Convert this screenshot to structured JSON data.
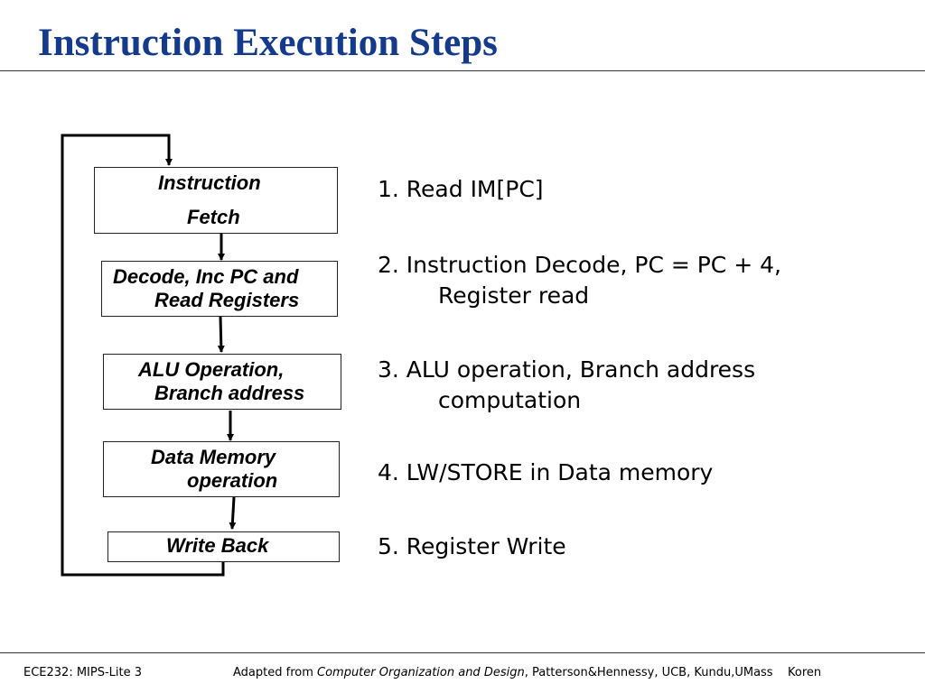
{
  "title": "Instruction Execution Steps",
  "flow_boxes": [
    {
      "line1": "Instruction",
      "line2": "Fetch"
    },
    {
      "line1": "Decode, Inc PC and",
      "line2": "Read Registers"
    },
    {
      "line1": "ALU Operation,",
      "line2": "Branch address"
    },
    {
      "line1": "Data Memory",
      "line2": "operation"
    },
    {
      "line1": "Write Back"
    }
  ],
  "steps": [
    {
      "line1": "1. Read IM[PC]"
    },
    {
      "line1": "2. Instruction Decode, PC = PC + 4,",
      "line2": "Register read"
    },
    {
      "line1": "3. ALU operation, Branch address",
      "line2": "computation"
    },
    {
      "line1": "4. LW/STORE in Data memory"
    },
    {
      "line1": "5. Register Write"
    }
  ],
  "footer": {
    "left": "ECE232: MIPS-Lite 3",
    "credit_prefix": "Adapted from ",
    "credit_book": "Computer Organization and Design",
    "credit_suffix": ", Patterson&Hennessy, UCB, Kundu,UMass",
    "author": "Koren"
  },
  "colors": {
    "title": "#143a8c",
    "line": "#000000"
  }
}
